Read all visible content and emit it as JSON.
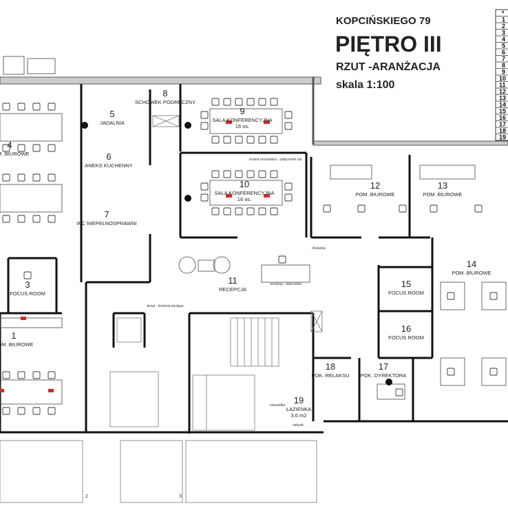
{
  "header": {
    "address": "KOPCIŃSKIEGO 79",
    "floor": "PIĘTRO III",
    "subtitle": "RZUT -ARANŻACJA",
    "scale": "skala 1:100"
  },
  "legend_table": {
    "header": "*",
    "rows": [
      "1",
      "2",
      "3",
      "4",
      "5",
      "6",
      "7",
      "8",
      "9",
      "10",
      "11",
      "12",
      "13",
      "14",
      "15",
      "16",
      "17",
      "18",
      "19"
    ]
  },
  "rooms": [
    {
      "num": "1",
      "name": "POM .BIUROWE"
    },
    {
      "num": "3",
      "name": "FOCUS ROOM"
    },
    {
      "num": "4",
      "name": "POM .BIUROWE"
    },
    {
      "num": "5",
      "name": "JADALNIA"
    },
    {
      "num": "6",
      "name": "ANEKS KUCHENNY"
    },
    {
      "num": "7",
      "name": "WC NIEPEŁNOSPRAWNI"
    },
    {
      "num": "8",
      "name": "SCHOWEK PODRĘCZNY"
    },
    {
      "num": "9",
      "name": "SALA KONFERENCYJNA",
      "note": "16 os."
    },
    {
      "num": "10",
      "name": "SALA KONFERENCYJNA",
      "note": "16 os."
    },
    {
      "num": "11",
      "name": "RECEPCJA"
    },
    {
      "num": "12",
      "name": "POM .BIUROWE"
    },
    {
      "num": "13",
      "name": "POM .BIUROWE"
    },
    {
      "num": "14",
      "name": "POM .BIUROWE"
    },
    {
      "num": "15",
      "name": "FOCUS ROOM"
    },
    {
      "num": "16",
      "name": "FOCUS ROOM"
    },
    {
      "num": "17",
      "name": "POK. DYREKTORA"
    },
    {
      "num": "18",
      "name": "POK. RELAKSU"
    },
    {
      "num": "19",
      "name": "ŁAZIENKA",
      "note": "3,6 m2"
    }
  ],
  "annotations": {
    "sliding_wall": "ściana rozsuwana - połączenie sal",
    "reception_desk": "recepcja - lada lekka",
    "access_door": "drzwi - kontrola dostępu",
    "printer": "drukarka",
    "sink": "umywalka",
    "shower": "natrysk"
  },
  "axis_marks": [
    "2",
    "3"
  ],
  "colors": {
    "walls": "#111111",
    "markers": "#d42a2a",
    "lines": "#555555"
  }
}
